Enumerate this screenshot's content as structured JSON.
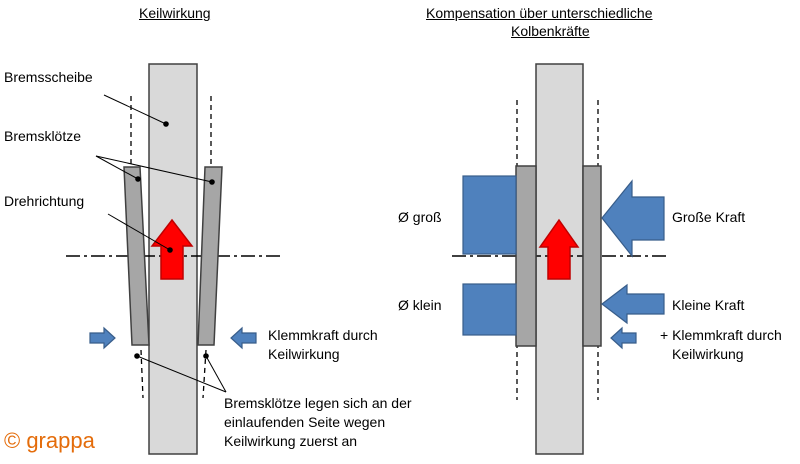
{
  "colors": {
    "disc_fill": "#d9d9d9",
    "disc_stroke": "#404040",
    "pad_fill": "#a6a6a6",
    "piston_blue": "#4f81bd",
    "piston_stroke": "#385d8a",
    "arrow_red": "#ff0000",
    "arrow_red_stroke": "#c00000",
    "copyright_orange": "#e46c0a"
  },
  "left_panel": {
    "title": "Keilwirkung",
    "label_disc": "Bremsscheibe",
    "label_pads": "Bremsklötze",
    "label_rotation": "Drehrichtung",
    "label_clamp_line1": "Klemmkraft durch",
    "label_clamp_line2": "Keilwirkung",
    "label_note_line1": "Bremsklötze legen sich an der",
    "label_note_line2": "einlaufenden Seite wegen",
    "label_note_line3": "Keilwirkung zuerst an"
  },
  "right_panel": {
    "title_line1": "Kompensation über unterschiedliche",
    "title_line2": "Kolbenkräfte",
    "label_dia_large": "Ø groß",
    "label_dia_small": "Ø klein",
    "label_force_large": "Große Kraft",
    "label_force_small": "Kleine Kraft",
    "label_clamp_line1": "+ Klemmkraft durch",
    "label_clamp_line2": "Keilwirkung"
  },
  "copyright": "© grappa",
  "icons": [
    "rotation-arrow-icon",
    "force-arrow-icon",
    "clamp-arrow-icon"
  ]
}
